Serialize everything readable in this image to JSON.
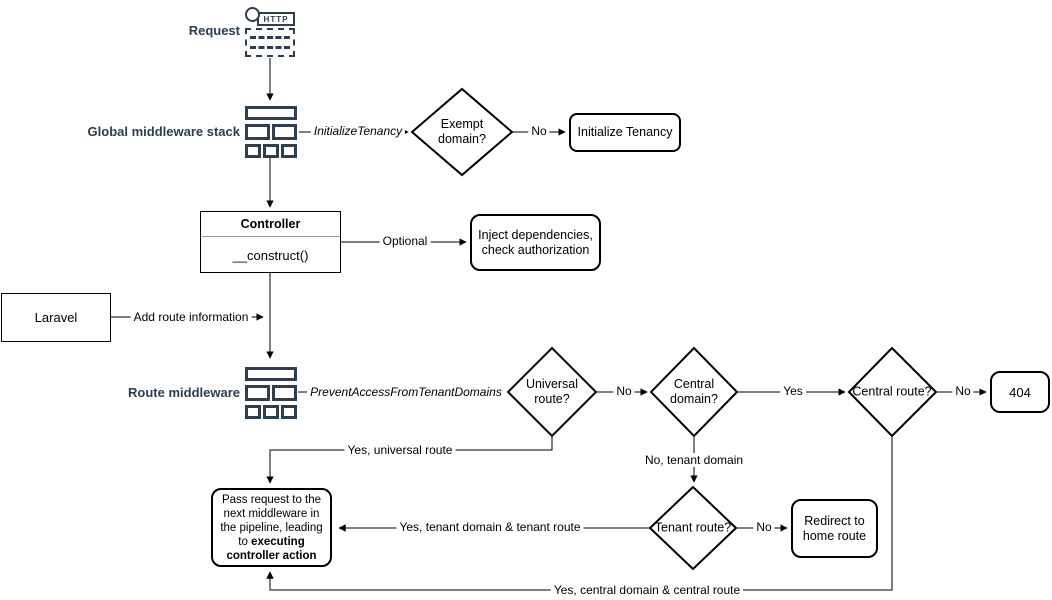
{
  "colors": {
    "navy_label": "#2c3e50",
    "line": "#000000",
    "shape_fill": "#ffffff"
  },
  "labels": {
    "request": "Request",
    "http": "HTTP",
    "global_middleware": "Global middleware stack",
    "route_middleware": "Route middleware"
  },
  "decisions": {
    "exempt_domain": "Exempt domain?",
    "universal_route": "Universal route?",
    "central_domain": "Central domain?",
    "central_route": "Central route?",
    "tenant_route": "Tenant route?"
  },
  "processes": {
    "initialize_tenancy": "Initialize Tenancy",
    "inject_dependencies": "Inject dependencies, check authorization",
    "controller_title": "Controller",
    "controller_method": "__construct()",
    "laravel": "Laravel",
    "not_found": "404",
    "redirect_home": "Redirect to home route",
    "pass_request_pre": "Pass request to the next middleware in the pipeline, leading to ",
    "pass_request_bold": "executing controller action"
  },
  "edges": {
    "initialize_tenancy": "InitializeTenancy",
    "no_exempt": "No",
    "optional": "Optional",
    "add_route_info": "Add route information",
    "prevent_access": "PreventAccessFromTenantDomains",
    "no_universal": "No",
    "yes_central_domain": "Yes",
    "no_central_route": "No",
    "yes_universal": "Yes, universal route",
    "no_tenant_domain": "No, tenant domain",
    "yes_tenant": "Yes, tenant domain & tenant route",
    "no_tenant_route": "No",
    "yes_central": "Yes, central domain & central route"
  }
}
